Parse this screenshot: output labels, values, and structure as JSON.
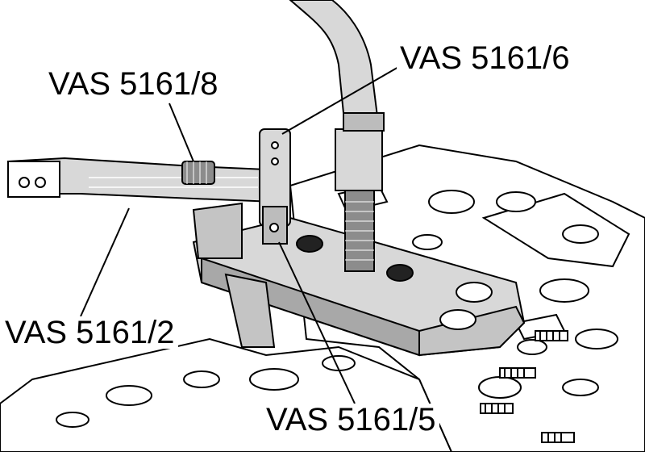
{
  "callouts": {
    "vas_5161_8": "VAS 5161/8",
    "vas_5161_6": "VAS 5161/6",
    "vas_5161_2": "VAS 5161/2",
    "vas_5161_5": "VAS 5161/5"
  },
  "colors": {
    "ink": "#000000",
    "tool_fill": "#d8d8d8",
    "tool_shade": "#a8a8a8",
    "paper": "#ffffff"
  }
}
